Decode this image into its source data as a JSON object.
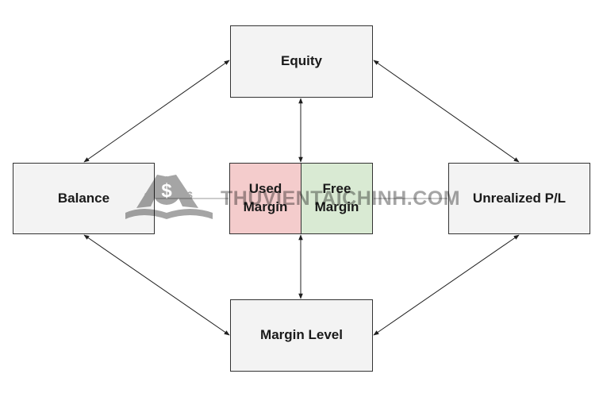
{
  "diagram": {
    "nodes": {
      "equity": {
        "label": "Equity"
      },
      "balance": {
        "label": "Balance"
      },
      "unrealized": {
        "label": "Unrealized P/L"
      },
      "margin_level": {
        "label": "Margin Level"
      },
      "used_margin": {
        "label": "Used\nMargin"
      },
      "free_margin": {
        "label": "Free\nMargin"
      }
    },
    "edges": [
      {
        "from": "Balance",
        "to": "Equity",
        "arrows": "both"
      },
      {
        "from": "Equity",
        "to": "Unrealized P/L",
        "arrows": "both"
      },
      {
        "from": "Balance",
        "to": "Margin Level",
        "arrows": "both"
      },
      {
        "from": "Unrealized P/L",
        "to": "Margin Level",
        "arrows": "both"
      },
      {
        "from": "Equity",
        "to": "Used Margin / Free Margin",
        "arrows": "both"
      },
      {
        "from": "Used Margin / Free Margin",
        "to": "Margin Level",
        "arrows": "both"
      }
    ],
    "colors": {
      "node_fill": "#f3f3f3",
      "used_margin_fill": "#f4cccc",
      "free_margin_fill": "#d9ead3",
      "border": "#333333",
      "connector": "#1f1f1f"
    }
  },
  "watermark": {
    "text": "THUVIENTAICHINH.COM",
    "logo_icon": "dollar-book-logo"
  }
}
